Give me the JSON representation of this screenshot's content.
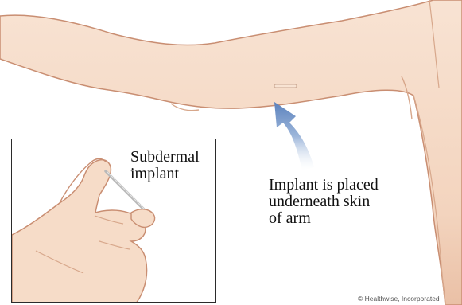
{
  "inset_label": "Subdermal\nimplant",
  "callout_label": "Implant is placed\nunderneath skin\nof arm",
  "credit": "© Healthwise, Incorporated",
  "colors": {
    "skin": "#f6dcc8",
    "skin_shadow": "#e9bfa4",
    "outline": "#c98e72",
    "arrow": "#6f93c6",
    "implant": "#b9b9b9"
  }
}
